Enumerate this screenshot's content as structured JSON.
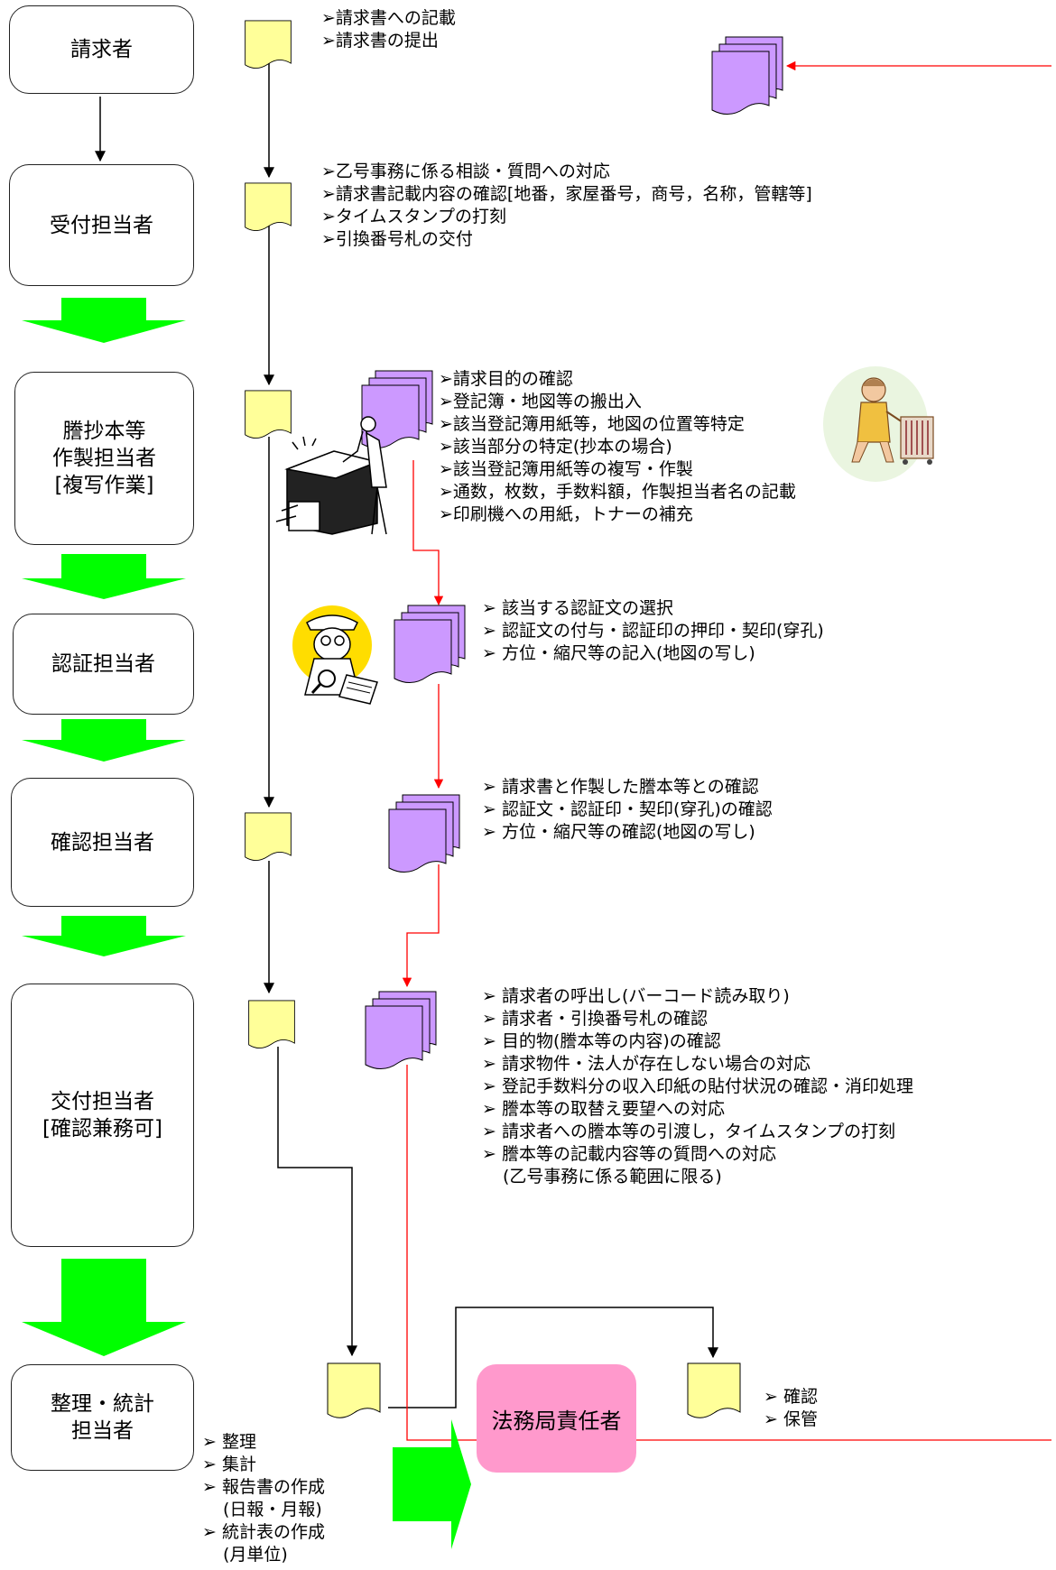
{
  "roles": {
    "requester": "請求者",
    "reception": "受付担当者",
    "copy_maker": "謄抄本等\n作製担当者\n[複写作業]",
    "certifier": "認証担当者",
    "checker": "確認担当者",
    "issuer": "交付担当者\n[確認兼務可]",
    "organizer": "整理・統計\n担当者",
    "bureau_manager": "法務局責任者"
  },
  "tasks": {
    "requester": [
      "➢請求書への記載",
      "➢請求書の提出"
    ],
    "reception": [
      "➢乙号事務に係る相談・質問への対応",
      "➢請求書記載内容の確認[地番，家屋番号，商号，名称，管轄等]",
      "➢タイムスタンプの打刻",
      "➢引換番号札の交付"
    ],
    "copy_maker": [
      "➢請求目的の確認",
      "➢登記簿・地図等の搬出入",
      "➢該当登記簿用紙等，地図の位置等特定",
      "➢該当部分の特定(抄本の場合)",
      "➢該当登記簿用紙等の複写・作製",
      "➢通数，枚数，手数料額，作製担当者名の記載",
      "➢印刷機への用紙，トナーの補充"
    ],
    "certifier": [
      "➢ 該当する認証文の選択",
      "➢ 認証文の付与・認証印の押印・契印(穿孔)",
      "➢ 方位・縮尺等の記入(地図の写し)"
    ],
    "checker": [
      "➢ 請求書と作製した謄本等との確認",
      "➢ 認証文・認証印・契印(穿孔)の確認",
      "➢ 方位・縮尺等の確認(地図の写し)"
    ],
    "issuer": [
      "➢ 請求者の呼出し(バーコード読み取り)",
      "➢ 請求者・引換番号札の確認",
      "➢ 目的物(謄本等の内容)の確認",
      "➢ 請求物件・法人が存在しない場合の対応",
      "➢ 登記手数料分の収入印紙の貼付状況の確認・消印処理",
      "➢ 謄本等の取替え要望への対応",
      "➢ 請求者への謄本等の引渡し，タイムスタンプの打刻",
      "➢ 謄本等の記載内容等の質問への対応",
      "(乙号事務に係る範囲に限る)"
    ],
    "organizer": [
      "➢ 整理",
      "➢ 集計",
      "➢ 報告書の作成",
      "(日報・月報)",
      "➢ 統計表の作成",
      "(月単位)"
    ],
    "manager": [
      "➢ 確認",
      "➢ 保管"
    ]
  },
  "colors": {
    "request_doc": "#ffff99",
    "copy_doc": "#cc99ff",
    "big_arrow": "#00ff00",
    "red_line": "#ff0000",
    "manager_box": "#ff99cc"
  },
  "icons": [
    "operator-copier-illustration",
    "woman-cart-illustration",
    "inspector-magnifier-illustration"
  ]
}
